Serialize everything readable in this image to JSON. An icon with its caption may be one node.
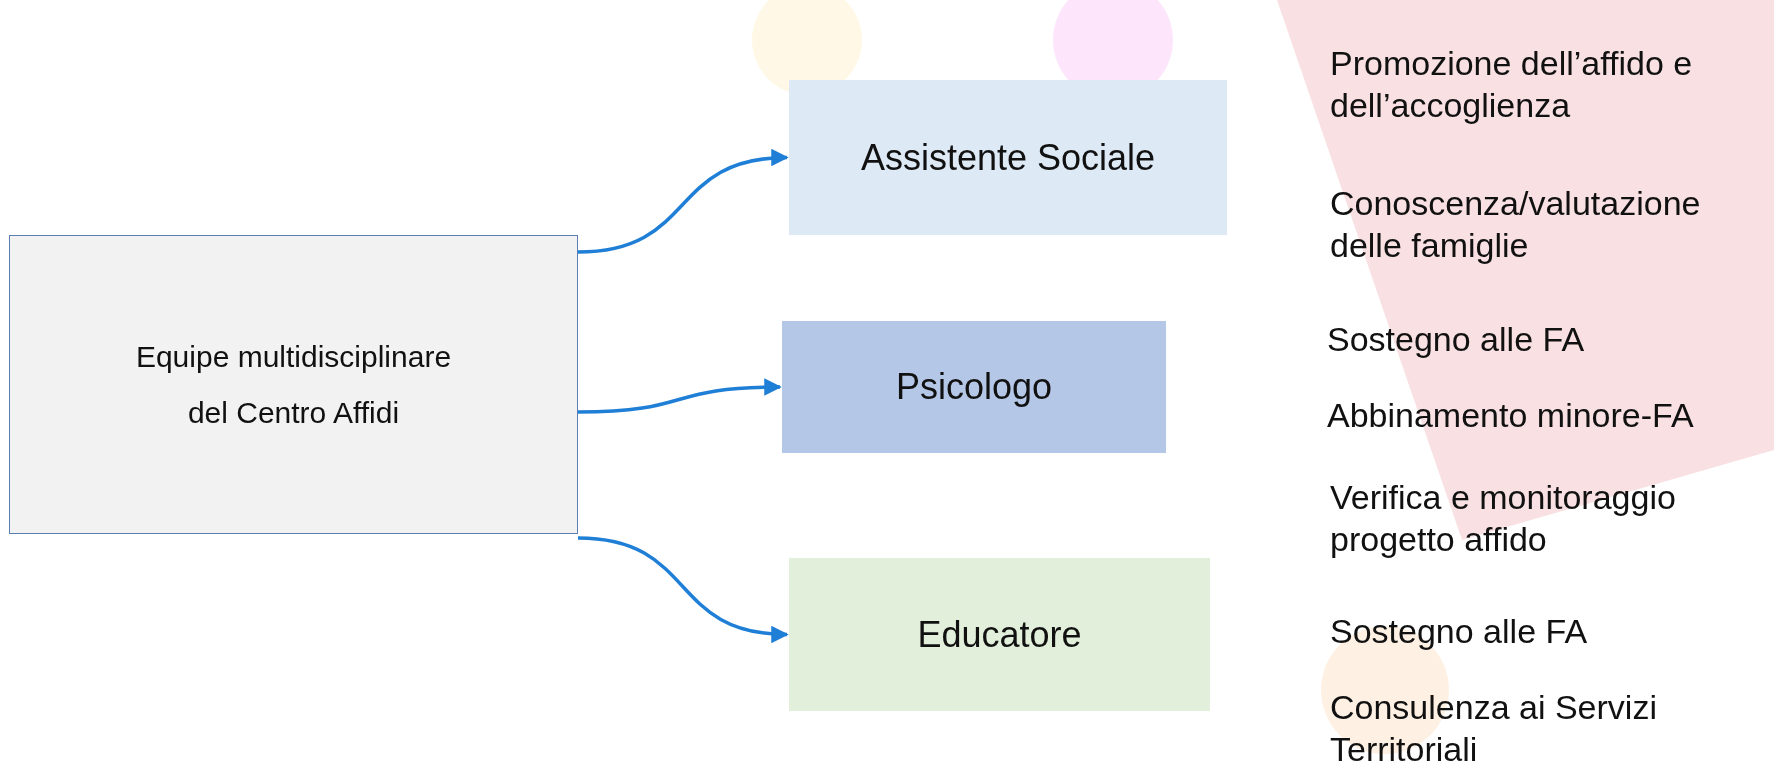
{
  "diagram": {
    "nodes": [
      {
        "text": [
          "Equipe multidisciplinare del Centro Affidi"
        ]
      },
      {
        "text": [
          "Assistente Sociale"
        ]
      },
      {
        "text": [
          "Psicologo"
        ]
      },
      {
        "text": [
          "Educatore"
        ]
      }
    ],
    "edges": [
      {
        "from": 0,
        "to": 1,
        "arrow": "to"
      },
      {
        "from": 0,
        "to": 2,
        "arrow": "to"
      },
      {
        "from": 0,
        "to": 3,
        "arrow": "to"
      }
    ],
    "labels": [
      "Promozione dell’affido e dell’accoglienza",
      "Conoscenza/valutazione delle famiglie",
      "Sostegno alle FA",
      "Abbinamento minore-FA",
      "Verifica e monitoraggio progetto affido",
      "Sostegno alle FA",
      "Consulenza ai Servizi Territoriali"
    ]
  }
}
